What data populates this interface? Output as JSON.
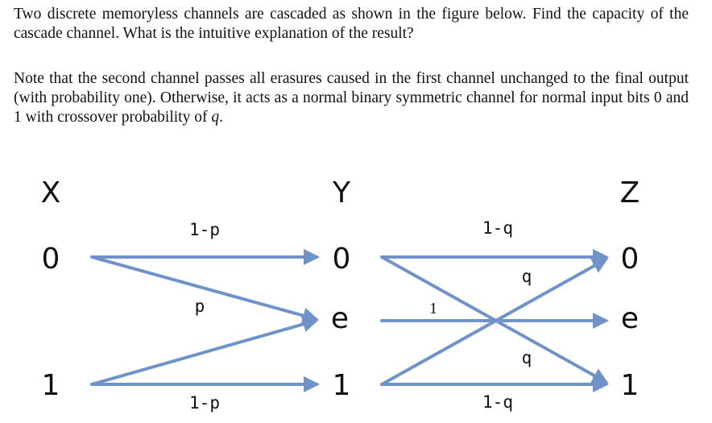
{
  "problem": {
    "paragraph1": "Two discrete memoryless channels are cascaded as shown in the figure below. Find the capacity of the cascade channel. What is the intuitive explanation of the result?",
    "paragraph2_prefix": "Note that the second channel passes all erasures caused in the first channel unchanged to the final output (with probability one). Otherwise, it acts as a normal binary symmetric channel for normal input bits 0 and 1 with crossover probability of ",
    "paragraph2_var": "q",
    "paragraph2_suffix": "."
  },
  "diagram": {
    "column_labels": {
      "x": "X",
      "y": "Y",
      "z": "Z"
    },
    "x_nodes": [
      "0",
      "1"
    ],
    "y_nodes": [
      "0",
      "e",
      "1"
    ],
    "z_nodes": [
      "0",
      "e",
      "1"
    ],
    "channel1_labels": {
      "top": "1-p",
      "middle": "p",
      "bottom": "1-p"
    },
    "channel2_labels": {
      "top": "1-q",
      "upper_cross": "q",
      "erasure": "1",
      "lower_cross": "q",
      "bottom": "1-q"
    },
    "colors": {
      "edge": "#6f93c9"
    }
  }
}
